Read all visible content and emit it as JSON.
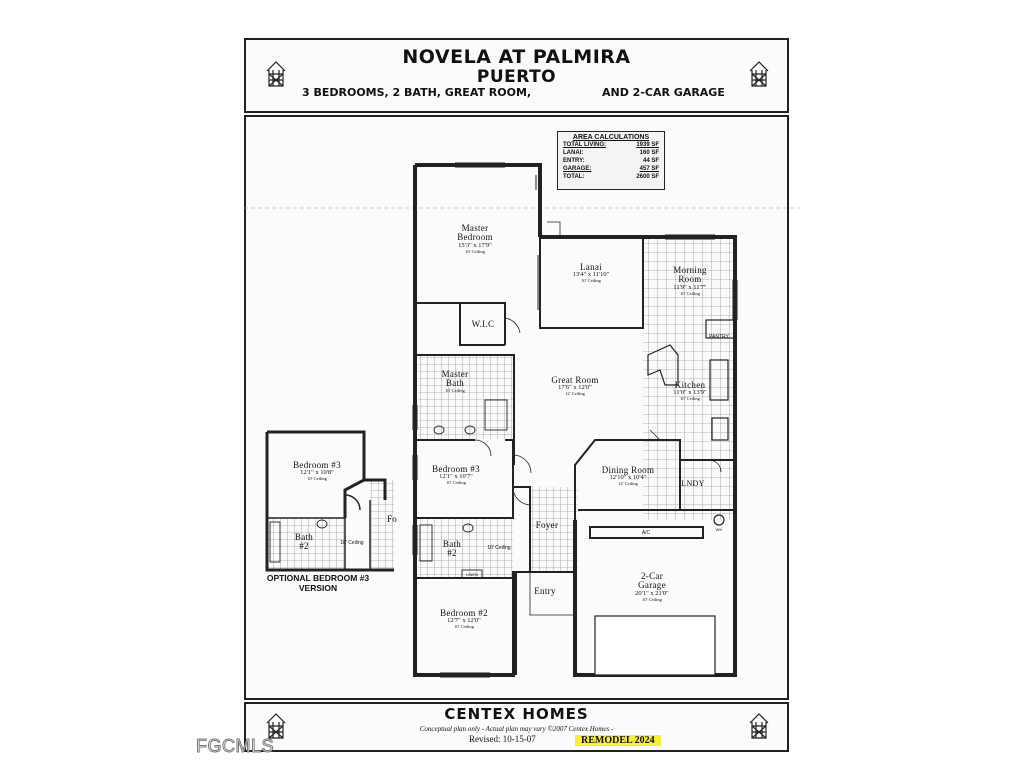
{
  "header": {
    "line1": "NOVELA AT PALMIRA",
    "line2": "PUERTO",
    "line3_left": "3 BEDROOMS, 2 BATH, GREAT ROOM,",
    "line3_right": "AND 2-CAR GARAGE"
  },
  "area_calc": {
    "title": "AREA CALCULATIONS",
    "rows": [
      {
        "label": "TOTAL LIVING:",
        "value": "1939 SF"
      },
      {
        "label": "LANAI:",
        "value": "160 SF"
      },
      {
        "label": "ENTRY:",
        "value": "44 SF"
      },
      {
        "label": "GARAGE:",
        "value": "457 SF"
      },
      {
        "label": "TOTAL:",
        "value": "2600 SF"
      }
    ]
  },
  "rooms": {
    "master_bedroom": {
      "name1": "Master",
      "name2": "Bedroom",
      "dims": "15'3\" x 17'9\"",
      "ceiling": "10' Ceiling"
    },
    "lanai": {
      "name": "Lanai",
      "dims": "13'4\" x 11'10\"",
      "ceiling": "10' Ceiling"
    },
    "morning_room": {
      "name1": "Morning",
      "name2": "Room",
      "dims": "11'9\" x 11'7\"",
      "ceiling": "10' Ceiling"
    },
    "wic": {
      "name": "W.I.C"
    },
    "pantry": {
      "name": "PANTRY"
    },
    "master_bath": {
      "name1": "Master",
      "name2": "Bath",
      "ceiling": "10' Ceiling"
    },
    "great_room": {
      "name": "Great Room",
      "dims": "17'6\" x 12'0\"",
      "ceiling": "12' Ceiling"
    },
    "kitchen": {
      "name": "Kitchen",
      "dims": "11'0\" x 13'9\"",
      "ceiling": "10' Ceiling"
    },
    "bedroom3": {
      "name": "Bedroom #3",
      "dims": "12'1\" x 10'7\"",
      "ceiling": "10' Ceiling"
    },
    "dining_room": {
      "name": "Dining Room",
      "dims": "12'10\" x 10'4\"",
      "ceiling": "12' Ceiling"
    },
    "lndy": {
      "name": "LNDY"
    },
    "foyer": {
      "name": "Foyer"
    },
    "bath2": {
      "name1": "Bath",
      "name2": "#2",
      "ceiling": "10' Ceiling"
    },
    "linen": {
      "name": "LINEN"
    },
    "ac": {
      "name": "A/C"
    },
    "wh": {
      "name": "WH"
    },
    "entry": {
      "name": "Entry"
    },
    "garage": {
      "name1": "2-Car",
      "name2": "Garage",
      "dims": "20'1\" x 21'0\"",
      "ceiling": "10' Ceiling"
    },
    "bedroom2": {
      "name": "Bedroom #2",
      "dims": "12'7\" x 12'0\"",
      "ceiling": "10' Ceiling"
    }
  },
  "optional": {
    "bedroom": {
      "name": "Bedroom #3",
      "dims": "12'1\" x 10'8\"",
      "ceiling": "10' Ceiling"
    },
    "bath": {
      "name1": "Bath",
      "name2": "#2",
      "ceiling": "10' Ceiling"
    },
    "foyer_partial": "Fo",
    "caption1": "OPTIONAL BEDROOM #3",
    "caption2": "VERSION"
  },
  "footer": {
    "brand": "CENTEX HOMES",
    "disclaimer": "Conceptual plan only - Actual plan may vary  ©2007 Centex Homes -",
    "revised": "Revised: 10-15-07",
    "remodel": "REMODEL 2024",
    "remodel_highlight": "#f5ef3a"
  },
  "watermark": "FGCMLS"
}
